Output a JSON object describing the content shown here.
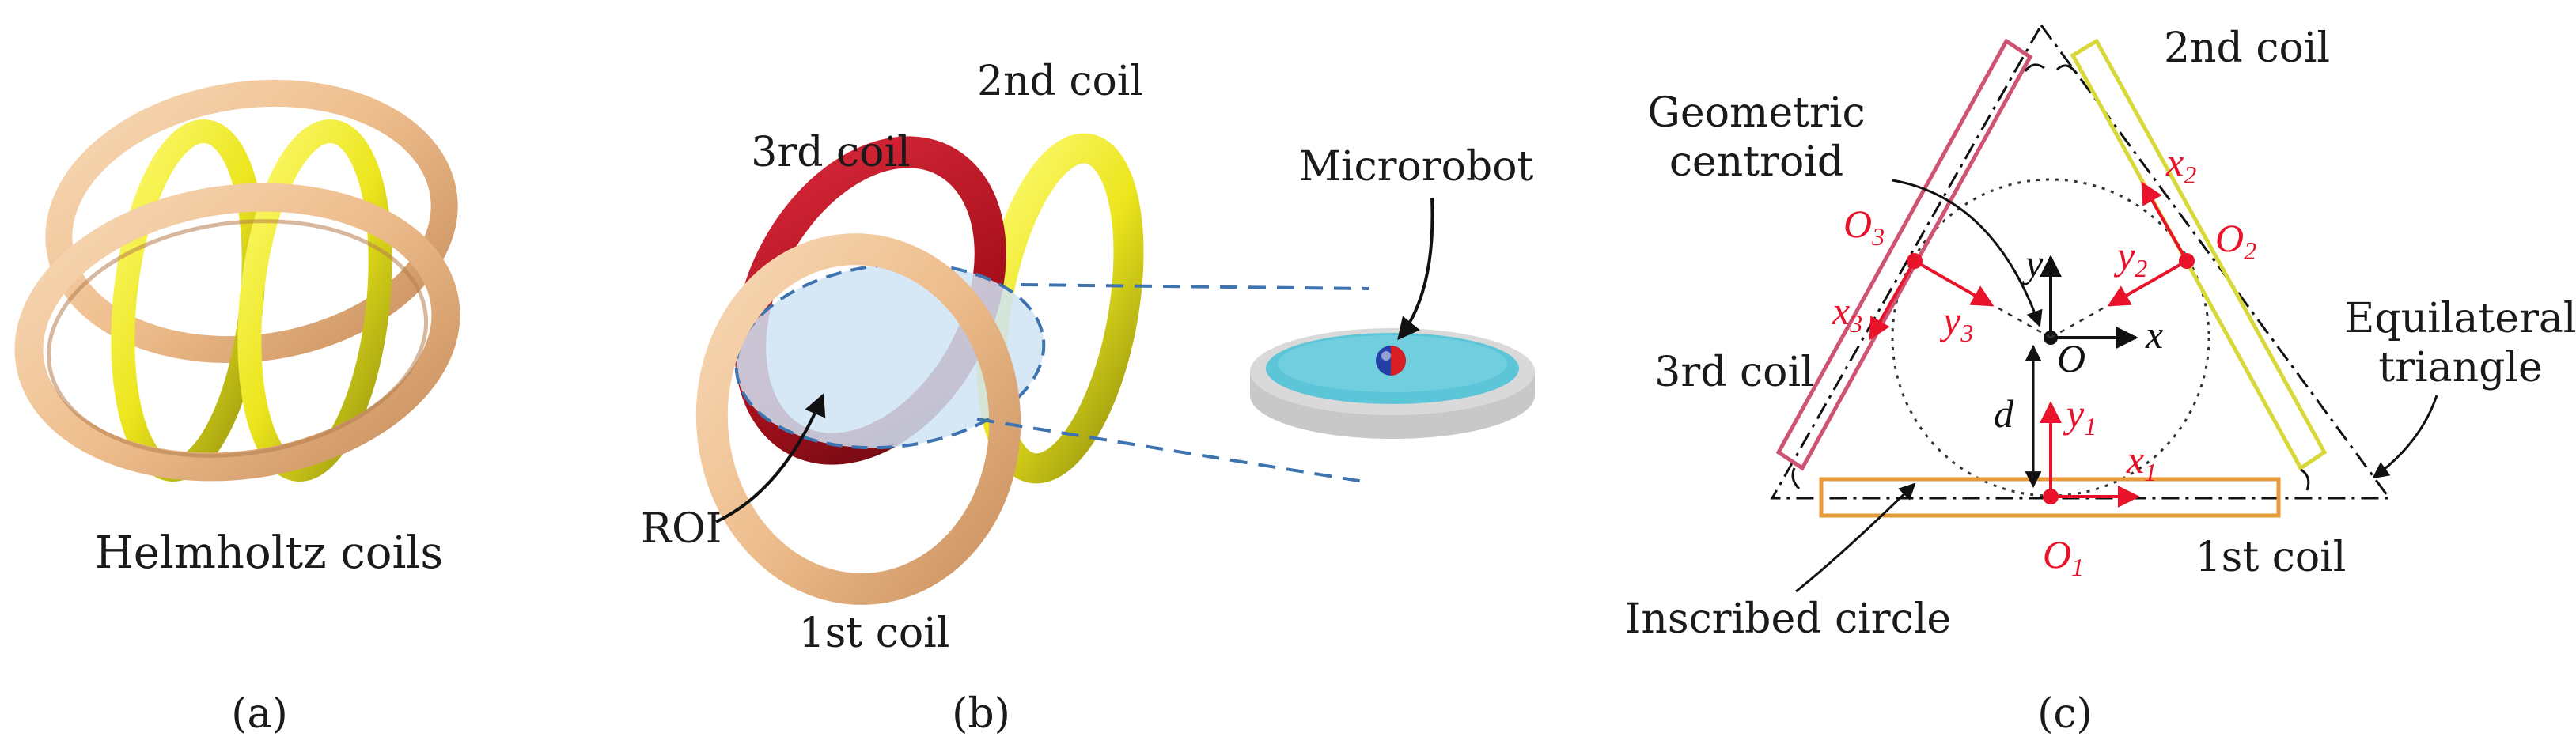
{
  "panel_a": {
    "label": "Helmholtz coils",
    "caption": "(a)"
  },
  "panel_b": {
    "coil_1": "1st coil",
    "coil_2": "2nd coil",
    "coil_3": "3rd coil",
    "roi": "ROI",
    "microrobot": "Microrobot",
    "caption": "(b)"
  },
  "panel_c": {
    "coil_1": "1st coil",
    "coil_2": "2nd coil",
    "coil_3": "3rd coil",
    "centroid_line1": "Geometric",
    "centroid_line2": "centroid",
    "triangle_line1": "Equilateral",
    "triangle_line2": "triangle",
    "inscribed": "Inscribed circle",
    "axis_x": "x",
    "axis_y": "y",
    "origin": "O",
    "distance": "d",
    "o1": "O",
    "o1_sub": "1",
    "o2": "O",
    "o2_sub": "2",
    "o3": "O",
    "o3_sub": "3",
    "x1": "x",
    "x1_sub": "1",
    "y1": "y",
    "y1_sub": "1",
    "x2": "x",
    "x2_sub": "2",
    "y2": "y",
    "y2_sub": "2",
    "x3": "x",
    "x3_sub": "3",
    "y3": "y",
    "y3_sub": "3",
    "caption": "(c)"
  },
  "colors": {
    "coil_orange": "#f0c39a",
    "coil_yellow": "#f3ef2a",
    "coil_red": "#b0131d",
    "roi_fill": "#cfe3f4",
    "dish_water": "#5cc6d8",
    "vector_red": "#e8132b",
    "outline_pink": "#cf5474",
    "outline_yellow": "#d8d838",
    "outline_orange": "#e79a3c"
  }
}
